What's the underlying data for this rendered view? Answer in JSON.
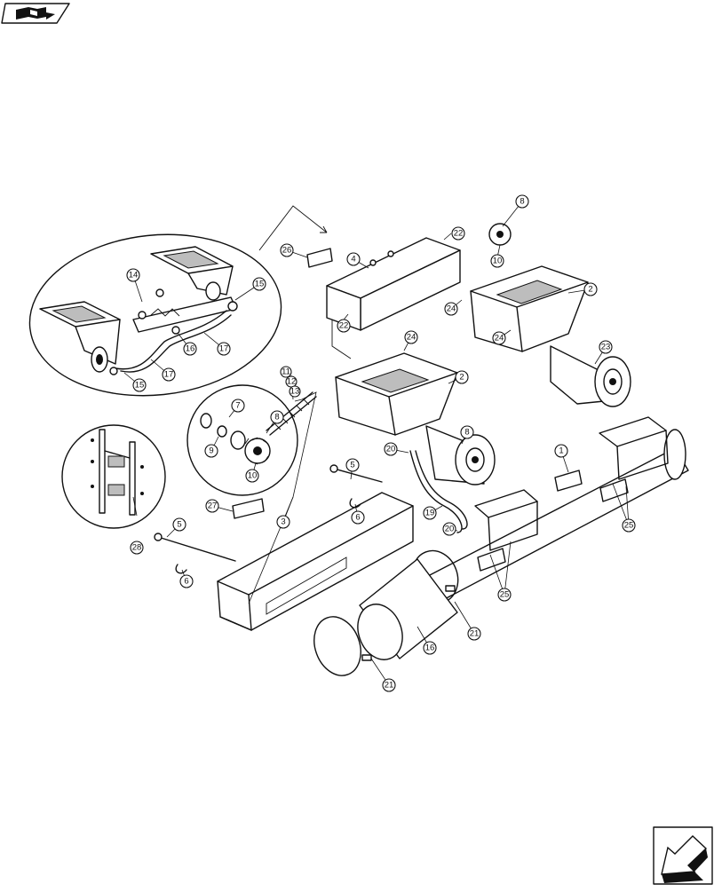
{
  "icons": {
    "top_left": "book-with-arrow-icon",
    "bottom_right": "next-page-arrow-icon"
  },
  "callouts": [
    {
      "id": "c1",
      "label": "1"
    },
    {
      "id": "c2a",
      "label": "2"
    },
    {
      "id": "c2b",
      "label": "2"
    },
    {
      "id": "c3",
      "label": "3"
    },
    {
      "id": "c4",
      "label": "4"
    },
    {
      "id": "c5a",
      "label": "5"
    },
    {
      "id": "c5b",
      "label": "5"
    },
    {
      "id": "c6a",
      "label": "6"
    },
    {
      "id": "c6b",
      "label": "6"
    },
    {
      "id": "c7",
      "label": "7"
    },
    {
      "id": "c8a",
      "label": "8"
    },
    {
      "id": "c8b",
      "label": "8"
    },
    {
      "id": "c8c",
      "label": "8"
    },
    {
      "id": "c9",
      "label": "9"
    },
    {
      "id": "c10a",
      "label": "10"
    },
    {
      "id": "c10b",
      "label": "10"
    },
    {
      "id": "c11",
      "label": "11"
    },
    {
      "id": "c12",
      "label": "12"
    },
    {
      "id": "c13",
      "label": "13"
    },
    {
      "id": "c14",
      "label": "14"
    },
    {
      "id": "c15a",
      "label": "15"
    },
    {
      "id": "c15b",
      "label": "15"
    },
    {
      "id": "c16a",
      "label": "16"
    },
    {
      "id": "c16b",
      "label": "16"
    },
    {
      "id": "c17a",
      "label": "17"
    },
    {
      "id": "c17b",
      "label": "17"
    },
    {
      "id": "c19",
      "label": "19"
    },
    {
      "id": "c20a",
      "label": "20"
    },
    {
      "id": "c20b",
      "label": "20"
    },
    {
      "id": "c21a",
      "label": "21"
    },
    {
      "id": "c21b",
      "label": "21"
    },
    {
      "id": "c22a",
      "label": "22"
    },
    {
      "id": "c22b",
      "label": "22"
    },
    {
      "id": "c23",
      "label": "23"
    },
    {
      "id": "c24a",
      "label": "24"
    },
    {
      "id": "c24b",
      "label": "24"
    },
    {
      "id": "c24c",
      "label": "24"
    },
    {
      "id": "c25a",
      "label": "25"
    },
    {
      "id": "c25b",
      "label": "25"
    },
    {
      "id": "c26",
      "label": "26"
    },
    {
      "id": "c27",
      "label": "27"
    },
    {
      "id": "c28",
      "label": "28"
    }
  ]
}
